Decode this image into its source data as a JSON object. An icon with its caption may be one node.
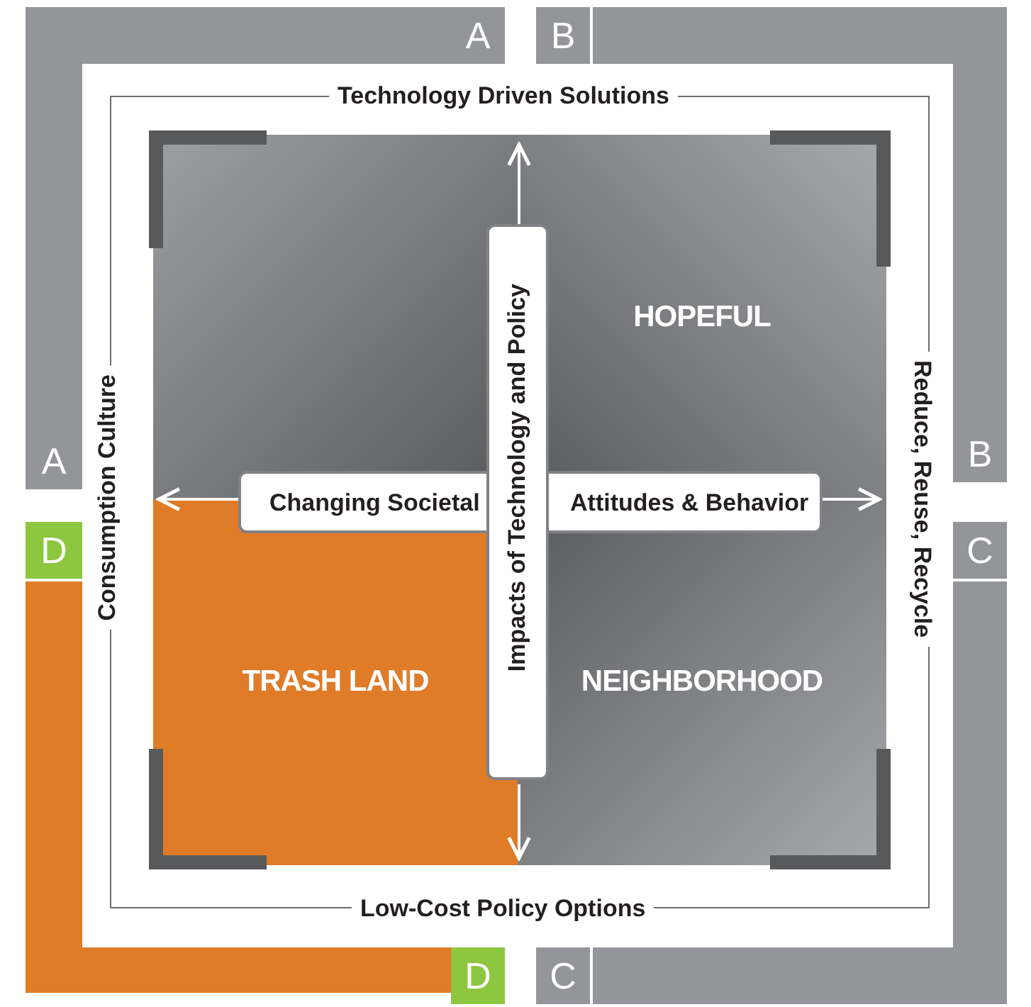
{
  "diagram": {
    "nodes": [
      {
        "text": [
          "A"
        ]
      },
      {
        "text": [
          "B"
        ]
      },
      {
        "text": [],
        "shape": "box"
      },
      {
        "text": [
          "HOPEFUL"
        ]
      },
      {
        "text": [
          "Impacts of Technology and Policy"
        ]
      },
      {
        "text": [
          "A"
        ]
      },
      {
        "text": [
          "B"
        ]
      },
      {
        "text": [
          "Changing Societal",
          "Attitudes & Behavior"
        ]
      },
      {
        "text": [
          "D"
        ]
      },
      {
        "text": [
          "C"
        ]
      },
      {
        "text": [
          "TRASH LAND"
        ]
      },
      {
        "text": [
          "NEIGHBORHOOD"
        ]
      },
      {
        "text": [
          "D"
        ]
      },
      {
        "text": [
          "C"
        ]
      }
    ],
    "edges": [],
    "labels": [
      "Technology Driven Solutions",
      "Consumption Culture",
      "Reduce, Reuse, Recycle",
      "Low-Cost Policy Options"
    ]
  }
}
